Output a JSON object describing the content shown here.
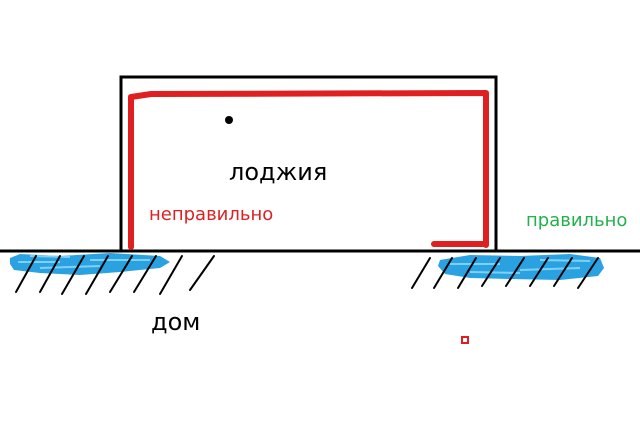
{
  "labels": {
    "loggia": "лоджия",
    "wrong": "неправильно",
    "right": "правильно",
    "house": "дом"
  },
  "colors": {
    "outline": "#000000",
    "red_line": "#e02020",
    "wrong_text": "#e02020",
    "right_text": "#22b14c",
    "ground_fill": "#2aa2e2",
    "background": "#ffffff"
  }
}
